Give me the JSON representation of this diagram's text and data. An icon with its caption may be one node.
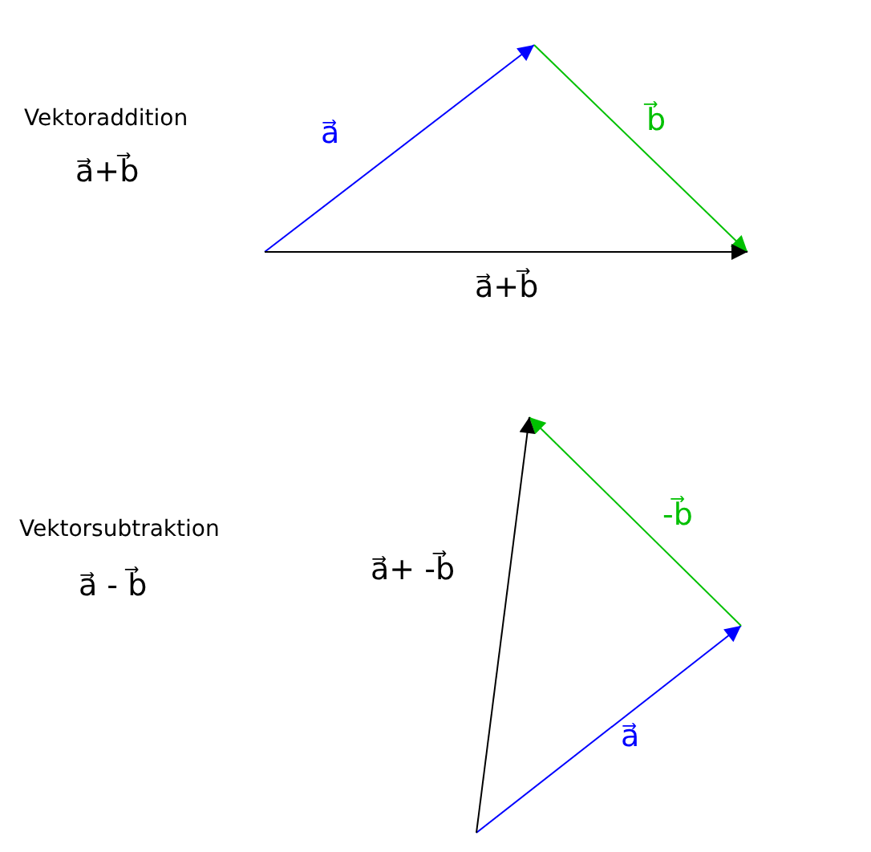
{
  "diagram": {
    "labels": [
      "Vektoraddition",
      "a⃗+b⃗",
      "a⃗",
      "b⃗",
      "a⃗+b⃗",
      "Vektorsubtraktion",
      "a⃗ - b⃗",
      "a⃗+ -b⃗",
      "-b⃗",
      "a⃗"
    ]
  }
}
